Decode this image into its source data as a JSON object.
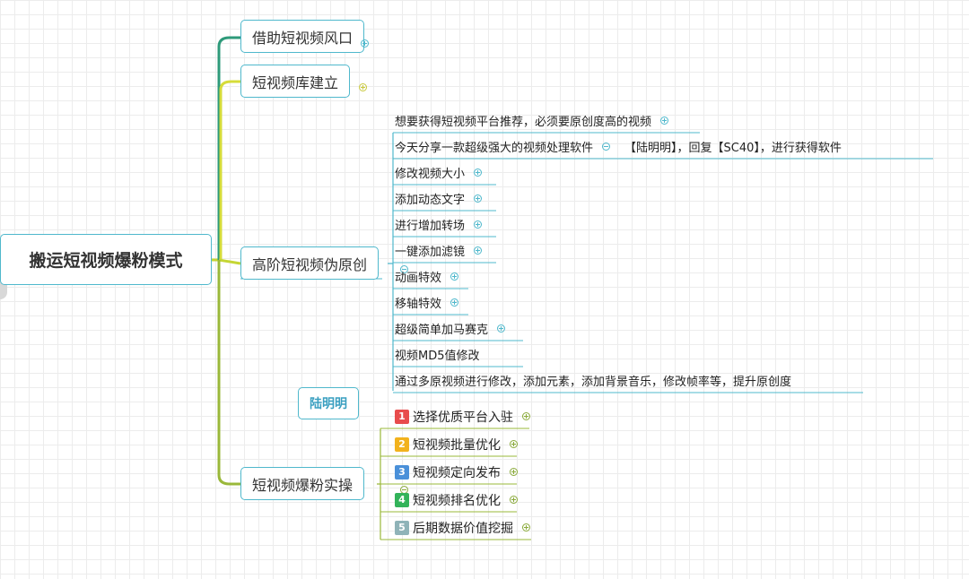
{
  "mindmap": {
    "root": "搬运短视频爆粉模式",
    "branch1": "借助短视频风口",
    "branch2": "短视频库建立",
    "branch3": {
      "label": "高阶短视频伪原创",
      "children": [
        "想要获得短视频平台推荐，必须要原创度高的视频",
        "今天分享一款超级强大的视频处理软件",
        "修改视频大小",
        "添加动态文字",
        "进行增加转场",
        "一键添加滤镜",
        "动画特效",
        "移轴特效",
        "超级简单加马赛克",
        "视频MD5值修改",
        "通过多原视频进行修改，添加元素，添加背景音乐，修改帧率等，提升原创度"
      ],
      "software_note": "【陆明明】，回复【SC40】，进行获得软件"
    },
    "floating_label": "陆明明",
    "branch4": {
      "label": "短视频爆粉实操",
      "children": [
        {
          "num": "1",
          "label": "选择优质平台入驻",
          "color": "#e84c4c"
        },
        {
          "num": "2",
          "label": "短视频批量优化",
          "color": "#f2b21d"
        },
        {
          "num": "3",
          "label": "短视频定向发布",
          "color": "#4a90d9"
        },
        {
          "num": "4",
          "label": "短视频排名优化",
          "color": "#33b35a"
        },
        {
          "num": "5",
          "label": "后期数据价值挖掘",
          "color": "#8fb3b8"
        }
      ]
    }
  },
  "colors": {
    "branch1_line": "#2e9a7a",
    "branch2_line": "#d6dc3a",
    "branch3_line": "#c5d634",
    "branch4_line": "#9ab83a",
    "leaf_line": "#4fb8cc",
    "node_border": "#4fb8cc"
  }
}
